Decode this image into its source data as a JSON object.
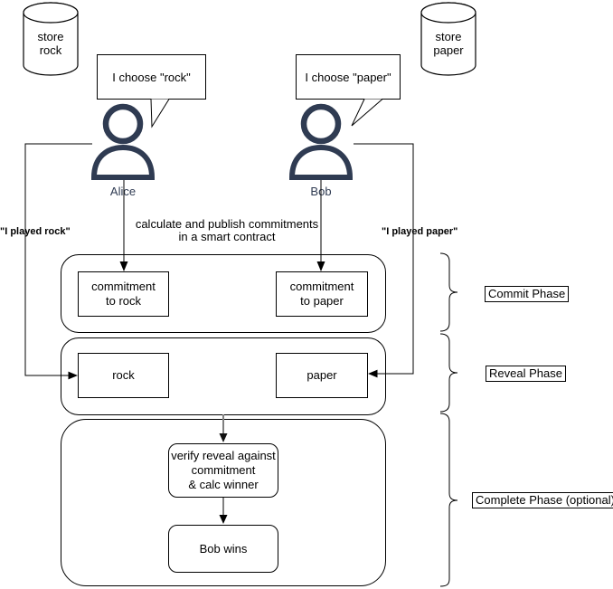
{
  "title": "rock-paper-scissors commit-reveal smart contract diagram",
  "colors": {
    "person_accent": "#2F3B52",
    "line": "#000000",
    "gray_arrow_shaft": "#808080",
    "background": "#ffffff"
  },
  "stores": [
    {
      "label": "store\nrock"
    },
    {
      "label": "store\npaper"
    }
  ],
  "actors": [
    {
      "name": "Alice",
      "speech": "I choose \"rock\""
    },
    {
      "name": "Bob",
      "speech": "I choose \"paper\""
    }
  ],
  "messages": {
    "played_left": "\"I played rock\"",
    "played_right": "\"I played paper\"",
    "calculate": "calculate and publish commitments\nin a smart contract"
  },
  "phases": [
    {
      "label": "Commit Phase",
      "boxes": [
        {
          "text": "commitment\nto rock"
        },
        {
          "text": "commitment\nto paper"
        }
      ]
    },
    {
      "label": "Reveal Phase",
      "boxes": [
        {
          "text": "rock"
        },
        {
          "text": "paper"
        }
      ]
    },
    {
      "label": "Complete Phase (optional)",
      "boxes": [
        {
          "text": "verify reveal against\ncommitment\n& calc winner"
        },
        {
          "text": "Bob wins"
        }
      ]
    }
  ]
}
